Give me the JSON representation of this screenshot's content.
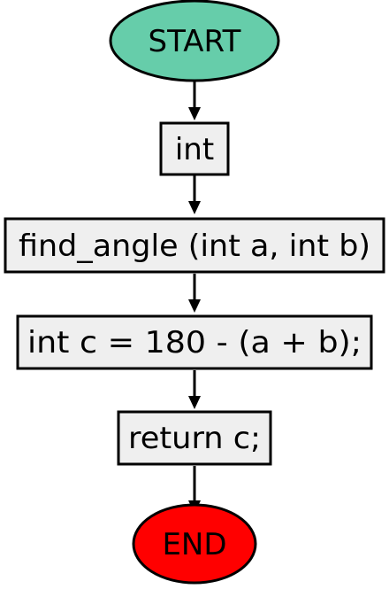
{
  "flowchart": {
    "nodes": [
      {
        "id": "start",
        "shape": "terminator",
        "label": "START",
        "fill": "#66cdaa"
      },
      {
        "id": "int",
        "shape": "process",
        "label": "int",
        "fill": "#efefef"
      },
      {
        "id": "find-angle",
        "shape": "process",
        "label": "find_angle (int a, int b)",
        "fill": "#efefef"
      },
      {
        "id": "compute-c",
        "shape": "process",
        "label": "int c = 180 - (a + b);",
        "fill": "#efefef"
      },
      {
        "id": "return-c",
        "shape": "process",
        "label": "return c;",
        "fill": "#efefef"
      },
      {
        "id": "end",
        "shape": "terminator",
        "label": "END",
        "fill": "#ff0000"
      }
    ],
    "edges": [
      {
        "from": "start",
        "to": "int"
      },
      {
        "from": "int",
        "to": "find-angle"
      },
      {
        "from": "find-angle",
        "to": "compute-c"
      },
      {
        "from": "compute-c",
        "to": "return-c"
      },
      {
        "from": "return-c",
        "to": "end"
      }
    ]
  }
}
